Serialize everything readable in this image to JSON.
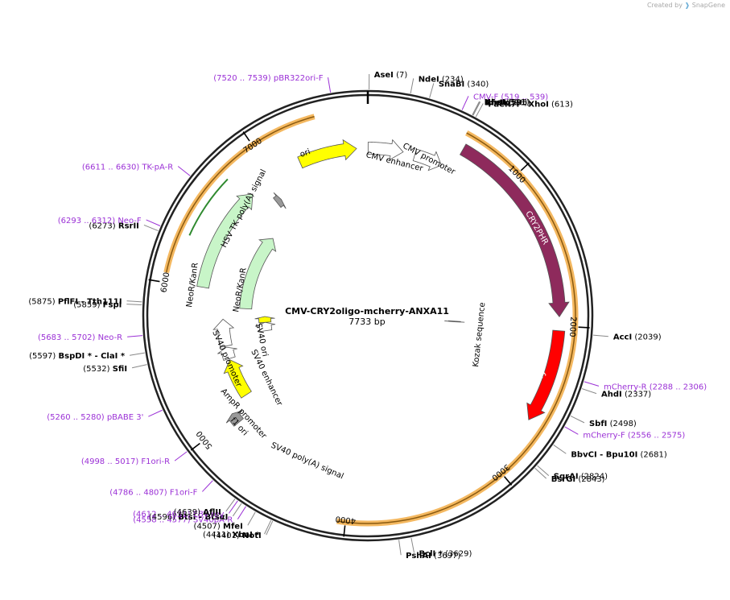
{
  "watermark": {
    "text": "Created by",
    "brand": "SnapGene"
  },
  "plasmid": {
    "name": "CMV-CRY2oligo-mcherry-ANXA11",
    "length": "7733 bp",
    "total": 7733
  },
  "colors": {
    "backbone": "#222222",
    "orange_arc": "#f4b860",
    "cry2": "#8e2a5c",
    "mcherry": "#ff0000",
    "ori": "#ffff00",
    "neor": "#c8f5c8",
    "promoter": "#ffffff",
    "polya": "#999999",
    "primer": "#9b31d6"
  },
  "ticks": [
    {
      "pos": 1000,
      "label": "1000"
    },
    {
      "pos": 2000,
      "label": "2000"
    },
    {
      "pos": 3000,
      "label": "3000"
    },
    {
      "pos": 4000,
      "label": "4000"
    },
    {
      "pos": 5000,
      "label": "5000"
    },
    {
      "pos": 6000,
      "label": "6000"
    },
    {
      "pos": 7000,
      "label": "7000"
    }
  ],
  "features": [
    {
      "name": "CRY2PHR",
      "start": 640,
      "end": 1940,
      "color": "#8e2a5c",
      "ring": 1
    },
    {
      "name": "mCherry",
      "start": 2030,
      "end": 2640,
      "color": "#ff0000",
      "ring": 1
    },
    {
      "name": "CMV promoter",
      "start": 350,
      "end": 560,
      "color": "#ffffff",
      "ring": 2
    },
    {
      "name": "CMV enhancer",
      "start": 7735,
      "end": 7995,
      "color": "#ffffff",
      "ring": 2
    },
    {
      "name": "ori",
      "start": 7220,
      "end": 7650,
      "color": "#ffff00",
      "ring": 2
    },
    {
      "name": "SV40 poly(A) signal",
      "start": 4950,
      "end": 5030,
      "color": "#999999",
      "ring": 2
    },
    {
      "name": "HSV TK poly(A) signal",
      "start": 6900,
      "end": 6945,
      "color": "#999999",
      "ring": 3
    },
    {
      "name": "NeoR/KanR",
      "start": 6010,
      "end": 6800,
      "color": "#c8f5c8",
      "ring": 2
    },
    {
      "name": "f1 ori",
      "start": 5090,
      "end": 5420,
      "color": "#ffff00",
      "ring": 3
    },
    {
      "name": "AmpR promoter",
      "start": 5430,
      "end": 5530,
      "color": "#ffffff",
      "ring": 3
    },
    {
      "name": "SV40 promoter",
      "start": 5540,
      "end": 5770,
      "color": "#ffffff",
      "ring": 3
    },
    {
      "name": "NeoR/KanR",
      "start": 5870,
      "end": 6640,
      "color": "#c8f5c8",
      "ring": 4
    },
    {
      "name": "SV40 ori",
      "start": 5720,
      "end": 5790,
      "color": "#ffff00",
      "ring": 5
    },
    {
      "name": "SV40 enhancer",
      "start": 5620,
      "end": 5720,
      "color": "#ffffff",
      "ring": 5
    },
    {
      "name": "Kozak sequence",
      "start": 2010,
      "end": 2020,
      "color": "#999999",
      "ring": 6
    }
  ],
  "arc_labels": [
    {
      "text": "CRY2PHR"
    },
    {
      "text": "mCherry"
    },
    {
      "text": "CMV promoter"
    },
    {
      "text": "CMV enhancer"
    },
    {
      "text": "ori"
    },
    {
      "text": "SV40 poly(A) signal"
    },
    {
      "text": "HSV TK poly(A) signal"
    },
    {
      "text": "NeoR/KanR"
    },
    {
      "text": "NeoR/KanR"
    },
    {
      "text": "f1 ori"
    },
    {
      "text": "AmpR promoter"
    },
    {
      "text": "SV40 promoter"
    },
    {
      "text": "SV40 ori"
    },
    {
      "text": "SV40 enhancer"
    },
    {
      "text": "Kozak sequence"
    }
  ],
  "labels": [
    {
      "kind": "enzyme",
      "name": "AseI",
      "pos": "(7)",
      "site": 7
    },
    {
      "kind": "enzyme",
      "name": "NdeI",
      "pos": "(234)",
      "site": 234
    },
    {
      "kind": "enzyme",
      "name": "SnaBI",
      "pos": "(340)",
      "site": 340
    },
    {
      "kind": "primer",
      "name": "CMV-F",
      "pos": "(519 .. 539)",
      "site": 529
    },
    {
      "kind": "enzyme",
      "name": "NheI",
      "pos": "(591)",
      "site": 591
    },
    {
      "kind": "enzyme",
      "name": "BmtI",
      "pos": "(595)",
      "site": 595
    },
    {
      "kind": "enzyme",
      "name": "AfeI",
      "pos": "(596)",
      "site": 596
    },
    {
      "kind": "enzyme",
      "name": "PaeR7I",
      "extra": "- XhoI",
      "pos": "(613)",
      "site": 613
    },
    {
      "kind": "enzyme",
      "name": "AccI",
      "pos": "(2039)",
      "site": 2039
    },
    {
      "kind": "primer",
      "name": "mCherry-R",
      "pos": "(2288 .. 2306)",
      "site": 2297
    },
    {
      "kind": "enzyme",
      "name": "AhdI",
      "pos": "(2337)",
      "site": 2337
    },
    {
      "kind": "enzyme",
      "name": "SbfI",
      "pos": "(2498)",
      "site": 2498
    },
    {
      "kind": "primer",
      "name": "mCherry-F",
      "pos": "(2556 .. 2575)",
      "site": 2565
    },
    {
      "kind": "enzyme",
      "name": "BbvCI",
      "extra": "- Bpu10I",
      "pos": "(2681)",
      "site": 2681
    },
    {
      "kind": "enzyme",
      "name": "SgrAI",
      "pos": "(2824)",
      "site": 2824
    },
    {
      "kind": "enzyme",
      "name": "BsrGI",
      "pos": "(2843)",
      "site": 2843
    },
    {
      "kind": "enzyme",
      "name": "BclI *",
      "pos": "(3629)",
      "site": 3629
    },
    {
      "kind": "enzyme",
      "name": "PshAI",
      "pos": "(3697)",
      "site": 3697
    },
    {
      "kind": "enzyme",
      "name": "NotI",
      "pos": "(4401)",
      "site": 4401
    },
    {
      "kind": "enzyme",
      "name": "XbaI *",
      "pos": "(4411)",
      "site": 4411
    },
    {
      "kind": "enzyme",
      "name": "MfeI",
      "pos": "(4507)",
      "site": 4507
    },
    {
      "kind": "primer",
      "name": "SV40pA-R",
      "pos": "(4558 .. 4577)",
      "site": 4567
    },
    {
      "kind": "enzyme",
      "name": "BtsI",
      "extra": "- BtsαI",
      "pos": "(4596)",
      "site": 4596
    },
    {
      "kind": "primer",
      "name": "EBV-rev",
      "pos": "(4612 .. 4631)",
      "site": 4621
    },
    {
      "kind": "enzyme",
      "name": "AflII",
      "pos": "(4639)",
      "site": 4639
    },
    {
      "kind": "primer",
      "name": "F1ori-F",
      "pos": "(4786 .. 4807)",
      "site": 4796
    },
    {
      "kind": "primer",
      "name": "F1ori-R",
      "pos": "(4998 .. 5017)",
      "site": 5007
    },
    {
      "kind": "primer",
      "name": "pBABE 3'",
      "pos": "(5260 .. 5280)",
      "site": 5270
    },
    {
      "kind": "enzyme",
      "name": "SfiI",
      "pos": "(5532)",
      "site": 5532
    },
    {
      "kind": "enzyme",
      "name": "BspDI *",
      "extra": "- ClaI *",
      "pos": "(5597)",
      "site": 5597
    },
    {
      "kind": "primer",
      "name": "Neo-R",
      "pos": "(5683 .. 5702)",
      "site": 5692
    },
    {
      "kind": "enzyme",
      "name": "FspI",
      "pos": "(5859)",
      "site": 5859
    },
    {
      "kind": "enzyme",
      "name": "PflFI",
      "extra": "- Tth111I",
      "pos": "(5875)",
      "site": 5875
    },
    {
      "kind": "enzyme",
      "name": "RsrII",
      "pos": "(6273)",
      "site": 6273
    },
    {
      "kind": "primer",
      "name": "Neo-F",
      "pos": "(6293 .. 6312)",
      "site": 6302
    },
    {
      "kind": "primer",
      "name": "TK-pA-R",
      "pos": "(6611 .. 6630)",
      "site": 6620
    },
    {
      "kind": "primer",
      "name": "pBR322ori-F",
      "pos": "(7520 .. 7539)",
      "site": 7529
    }
  ]
}
